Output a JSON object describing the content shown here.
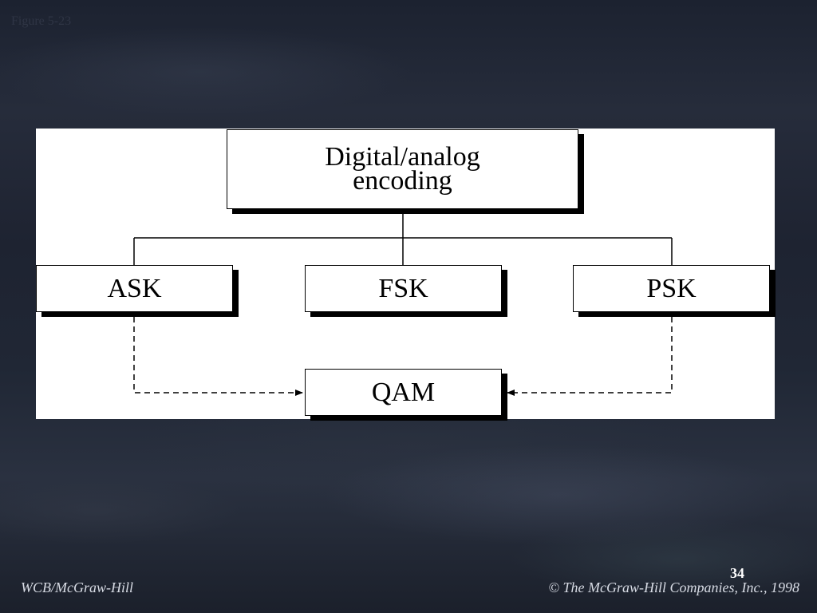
{
  "figure_label": "Figure 5-23",
  "diagram": {
    "root": {
      "line1": "Digital/analog",
      "line2": "encoding"
    },
    "children": [
      {
        "id": "ask",
        "label": "ASK"
      },
      {
        "id": "fsk",
        "label": "FSK"
      },
      {
        "id": "psk",
        "label": "PSK"
      }
    ],
    "combined": {
      "label": "QAM"
    },
    "connections": [
      {
        "from": "root",
        "to": "ask",
        "style": "solid"
      },
      {
        "from": "root",
        "to": "fsk",
        "style": "solid"
      },
      {
        "from": "root",
        "to": "psk",
        "style": "solid"
      },
      {
        "from": "ask",
        "to": "qam",
        "style": "dashed-arrow"
      },
      {
        "from": "psk",
        "to": "qam",
        "style": "dashed-arrow"
      }
    ]
  },
  "footer": {
    "page_number": "34",
    "publisher_left": "WCB/McGraw-Hill",
    "copyright_symbol": "©",
    "copyright_text": "The McGraw-Hill Companies, Inc., 1998"
  }
}
